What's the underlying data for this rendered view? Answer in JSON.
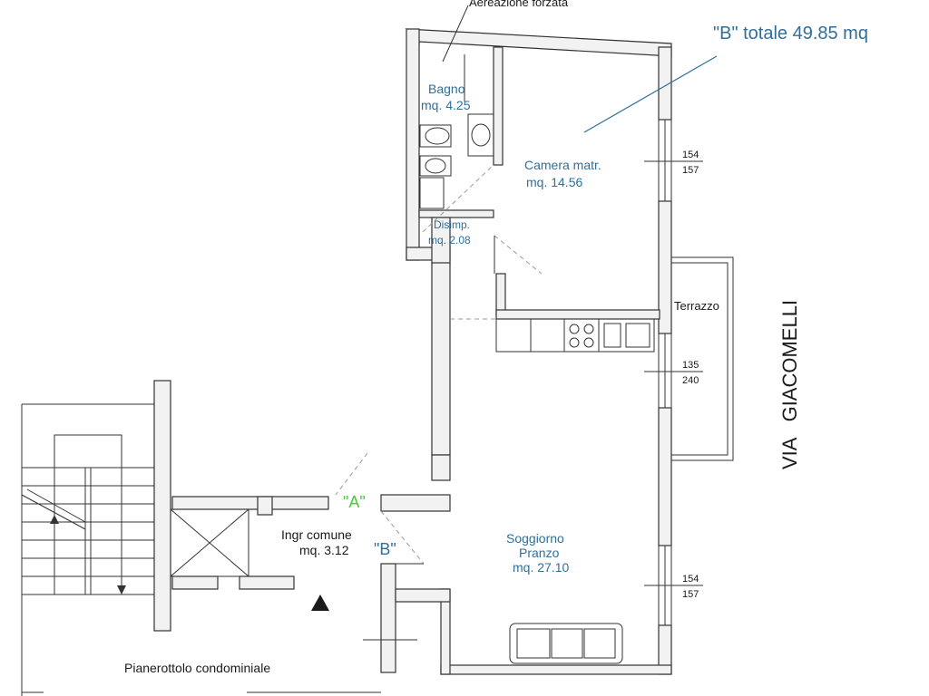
{
  "header": {
    "ventilation_label": "Aereazione forzata",
    "total_label": "\"B\" totale 49.85 mq"
  },
  "rooms": {
    "bagno": {
      "name": "Bagno",
      "area": "mq. 4.25"
    },
    "camera": {
      "name": "Camera matr.",
      "area": "mq. 14.56"
    },
    "disimp": {
      "name": "Disimp.",
      "area": "mq. 2.08"
    },
    "terrazzo": {
      "name": "Terrazzo"
    },
    "soggiorno": {
      "name1": "Soggiorno",
      "name2": "Pranzo",
      "area": "mq. 27.10"
    },
    "ingresso": {
      "name": "Ingr comune",
      "area": "mq. 3.12"
    },
    "pianerottolo": {
      "name": "Pianerottolo condominiale"
    }
  },
  "unit_labels": {
    "a": "\"A\"",
    "b": "\"B\""
  },
  "street": "VIA   GIACOMELLI",
  "windows": [
    {
      "top": "154",
      "bottom": "157"
    },
    {
      "top": "135",
      "bottom": "240"
    },
    {
      "top": "154",
      "bottom": "157"
    }
  ],
  "colors": {
    "room_label": "#2f6f9a",
    "unit_a": "#3fcf3f",
    "walls": "#333333"
  }
}
